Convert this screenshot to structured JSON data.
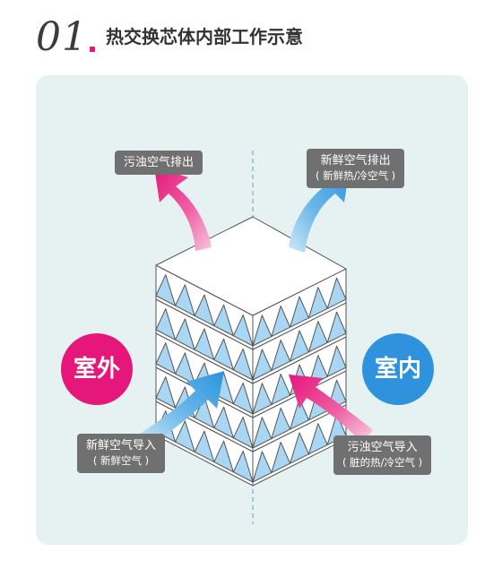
{
  "header": {
    "step_number": "01",
    "title": "热交换芯体内部工作示意"
  },
  "badges": {
    "outdoor": "室外",
    "indoor": "室内"
  },
  "callouts": {
    "top_left": {
      "line1": "污浊空气排出",
      "line2": ""
    },
    "top_right": {
      "line1": "新鲜空气排出",
      "line2": "( 新鲜热/冷空气 )"
    },
    "bottom_left": {
      "line1": "新鲜空气导入",
      "line2": "( 新鲜空气 )"
    },
    "bottom_right": {
      "line1": "污浊空气导入",
      "line2": "( 脏的热/冷空气 )"
    }
  },
  "colors": {
    "pink": "#e5177a",
    "blue": "#2e93dc",
    "panel": "#e6f2f2",
    "callout": "#707070"
  },
  "icons": {
    "top_left_arrow": "pink-arrow-exhaust-out",
    "top_right_arrow": "blue-arrow-supply-out",
    "bottom_left_arrow": "blue-arrow-supply-in",
    "bottom_right_arrow": "pink-arrow-exhaust-in"
  }
}
